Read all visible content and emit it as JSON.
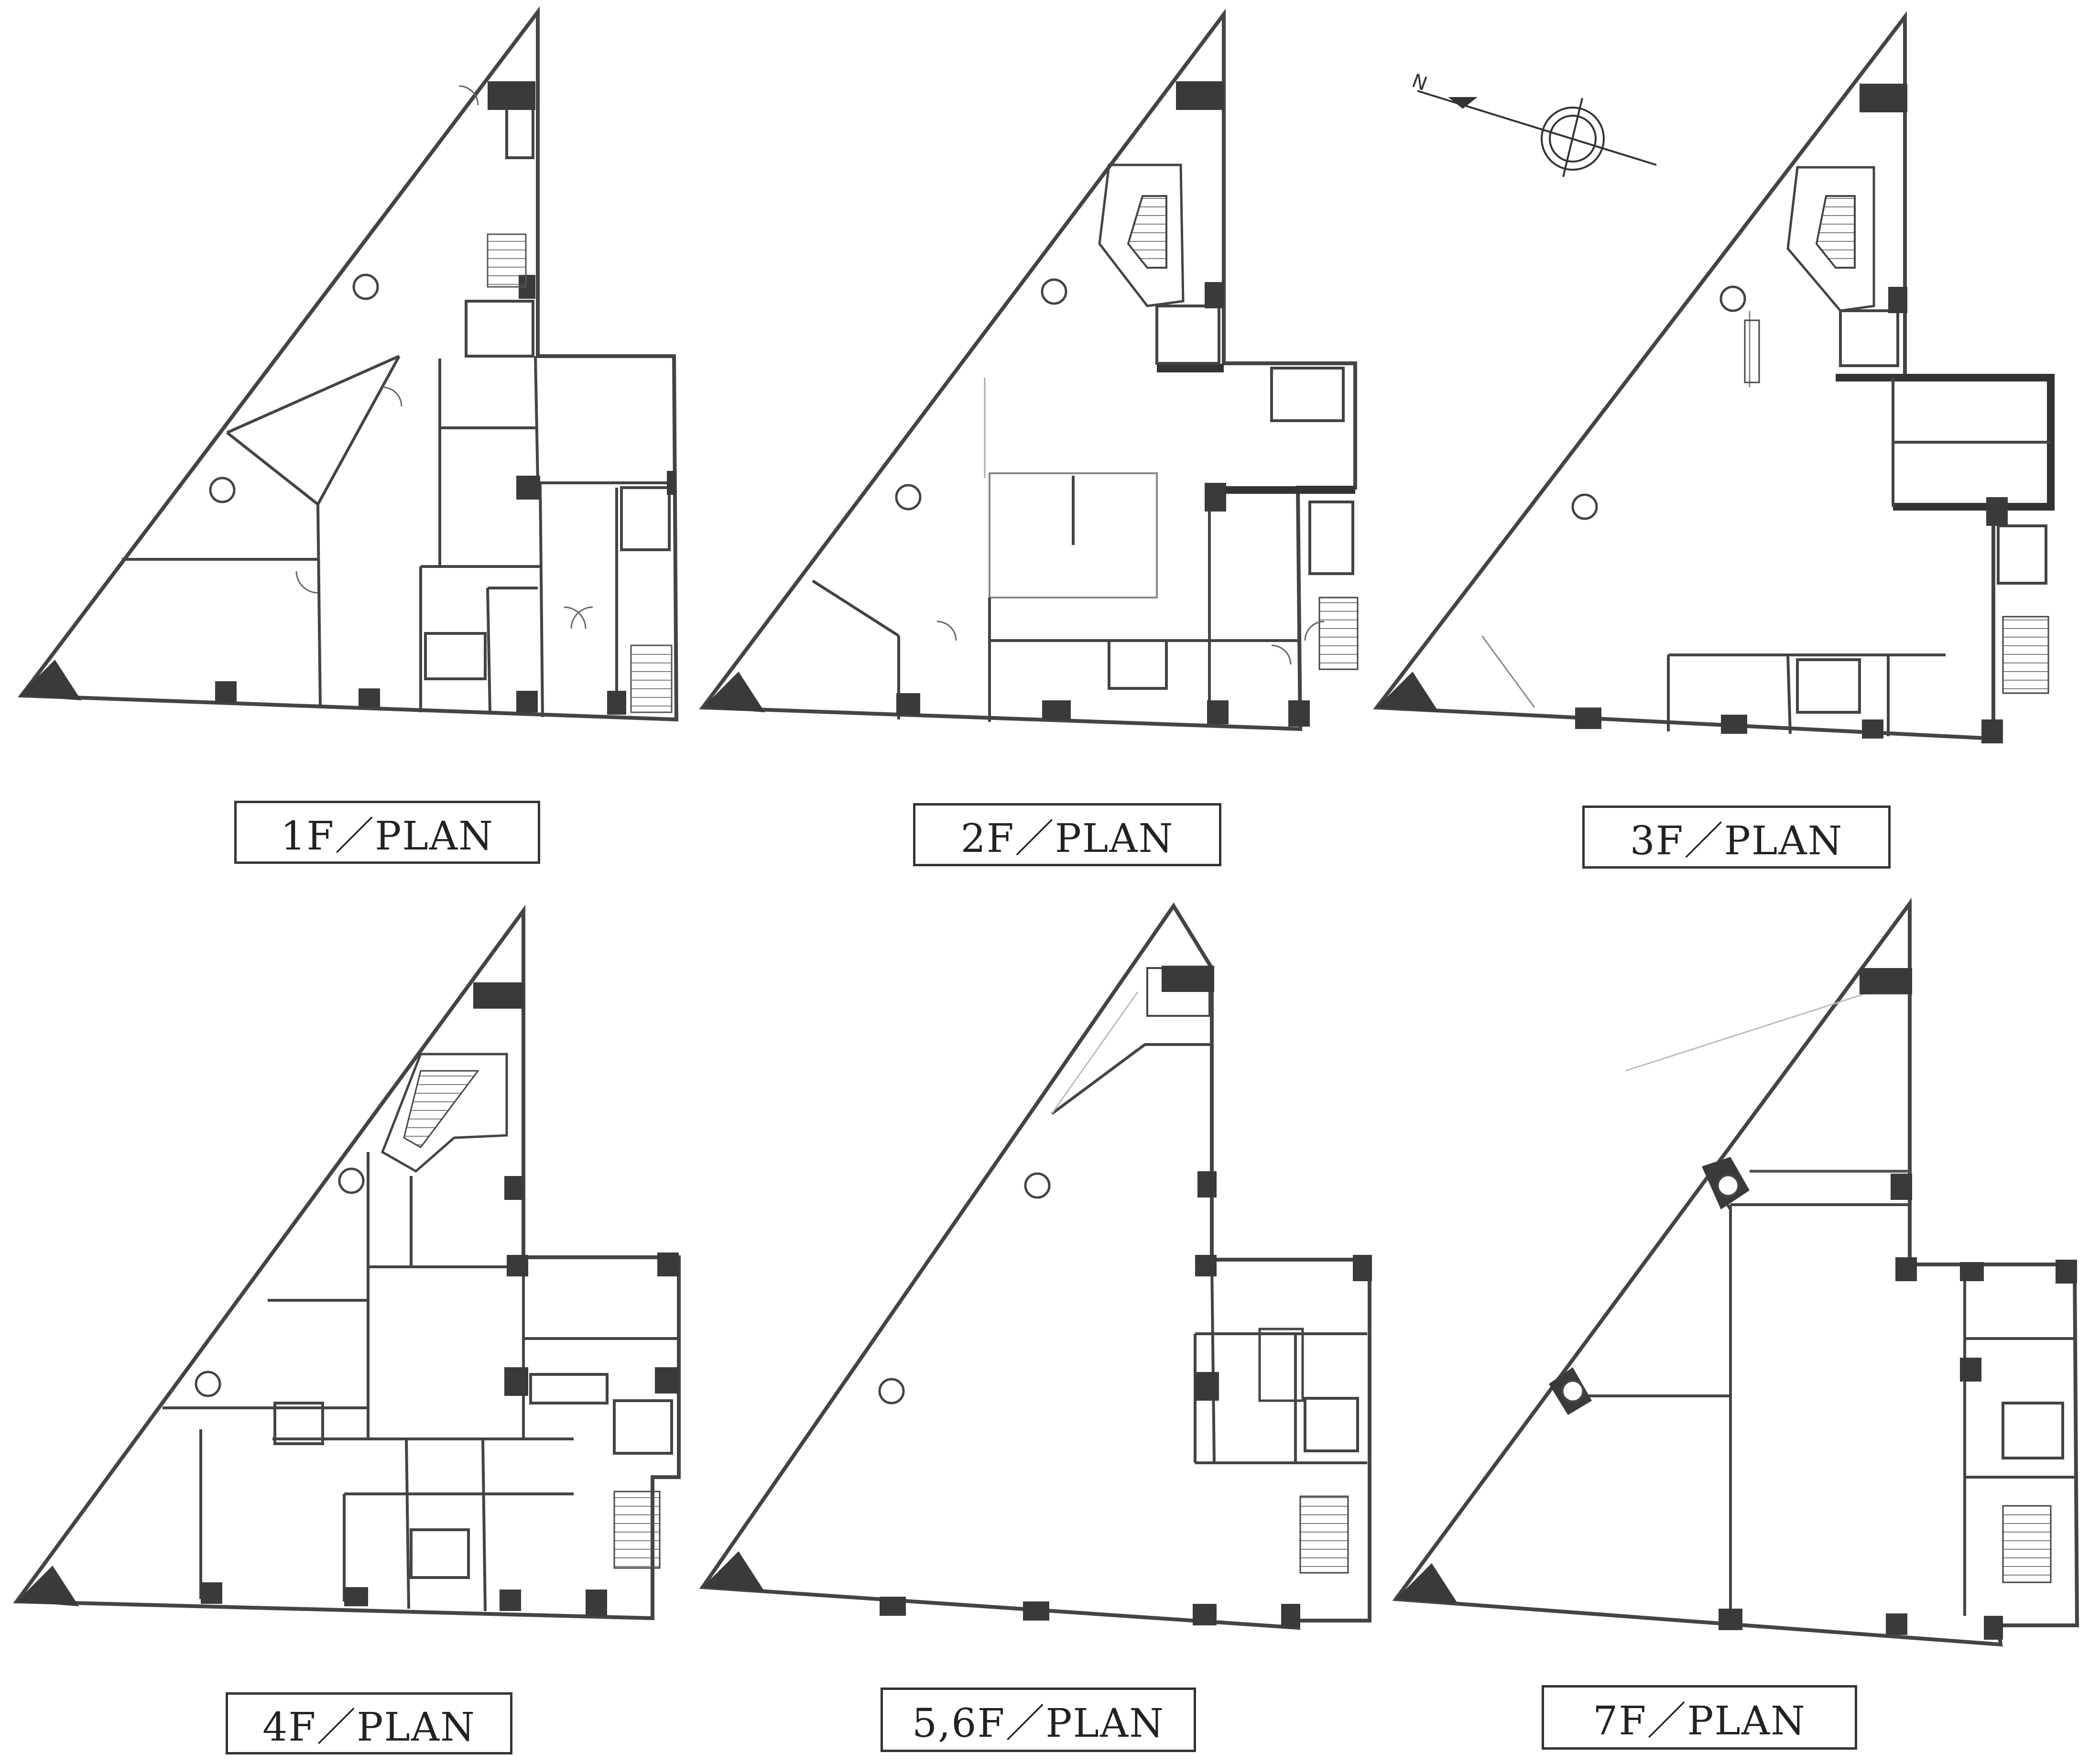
{
  "compass": {
    "north_letter": "N"
  },
  "plans": [
    {
      "id": "1f",
      "label": "1F／PLAN"
    },
    {
      "id": "2f",
      "label": "2F／PLAN"
    },
    {
      "id": "3f",
      "label": "3F／PLAN"
    },
    {
      "id": "4f",
      "label": "4F／PLAN"
    },
    {
      "id": "56f",
      "label": "5,6F／PLAN"
    },
    {
      "id": "7f",
      "label": "7F／PLAN"
    }
  ],
  "colors": {
    "wall": "#333333",
    "column": "#3a3a3a",
    "line": "#444444",
    "background": "#ffffff"
  }
}
